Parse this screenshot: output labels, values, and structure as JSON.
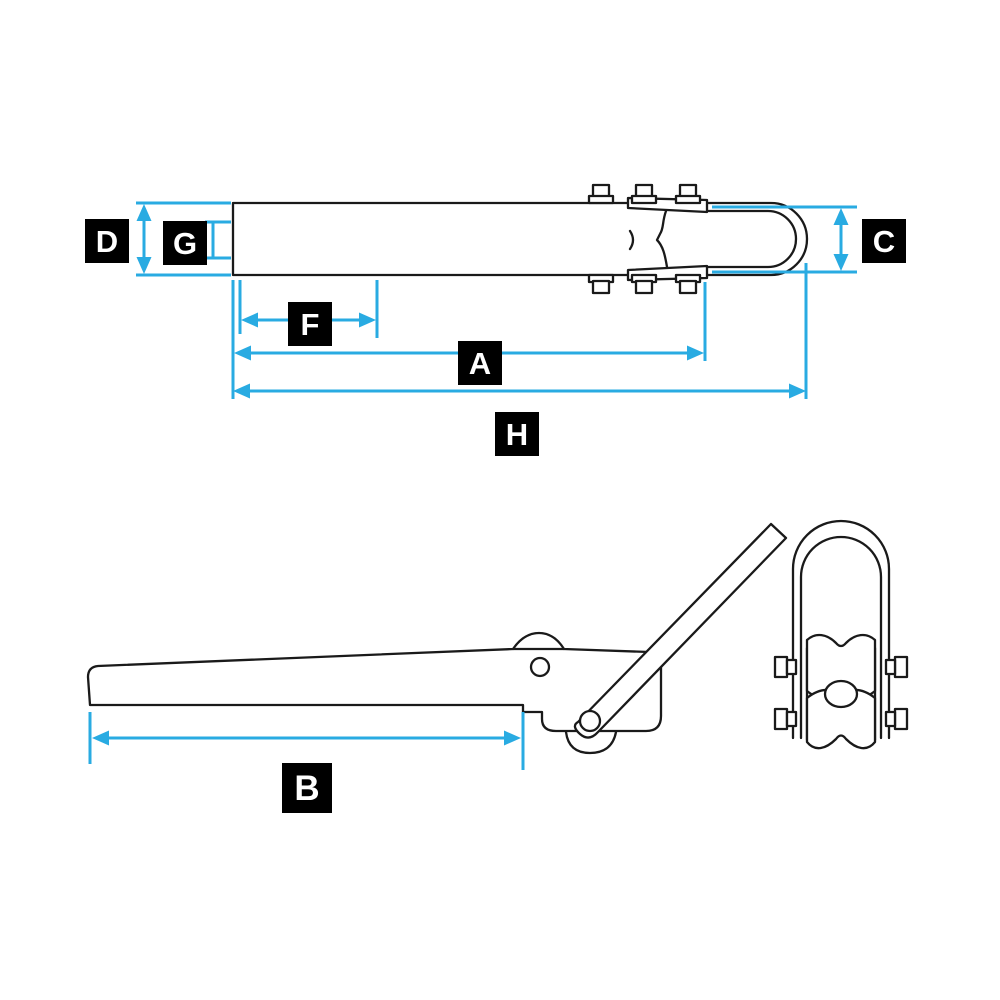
{
  "diagram": {
    "description": "anchor-roller dimensional drawing",
    "labels": {
      "d": "D",
      "g": "G",
      "c": "C",
      "f": "F",
      "a": "A",
      "h": "H",
      "b": "B"
    },
    "colors": {
      "dimension_accent": "#29ABE2",
      "line_art": "#1A1A1A",
      "label_background": "#000000",
      "label_text": "#FFFFFF",
      "background": "#FFFFFF"
    }
  }
}
